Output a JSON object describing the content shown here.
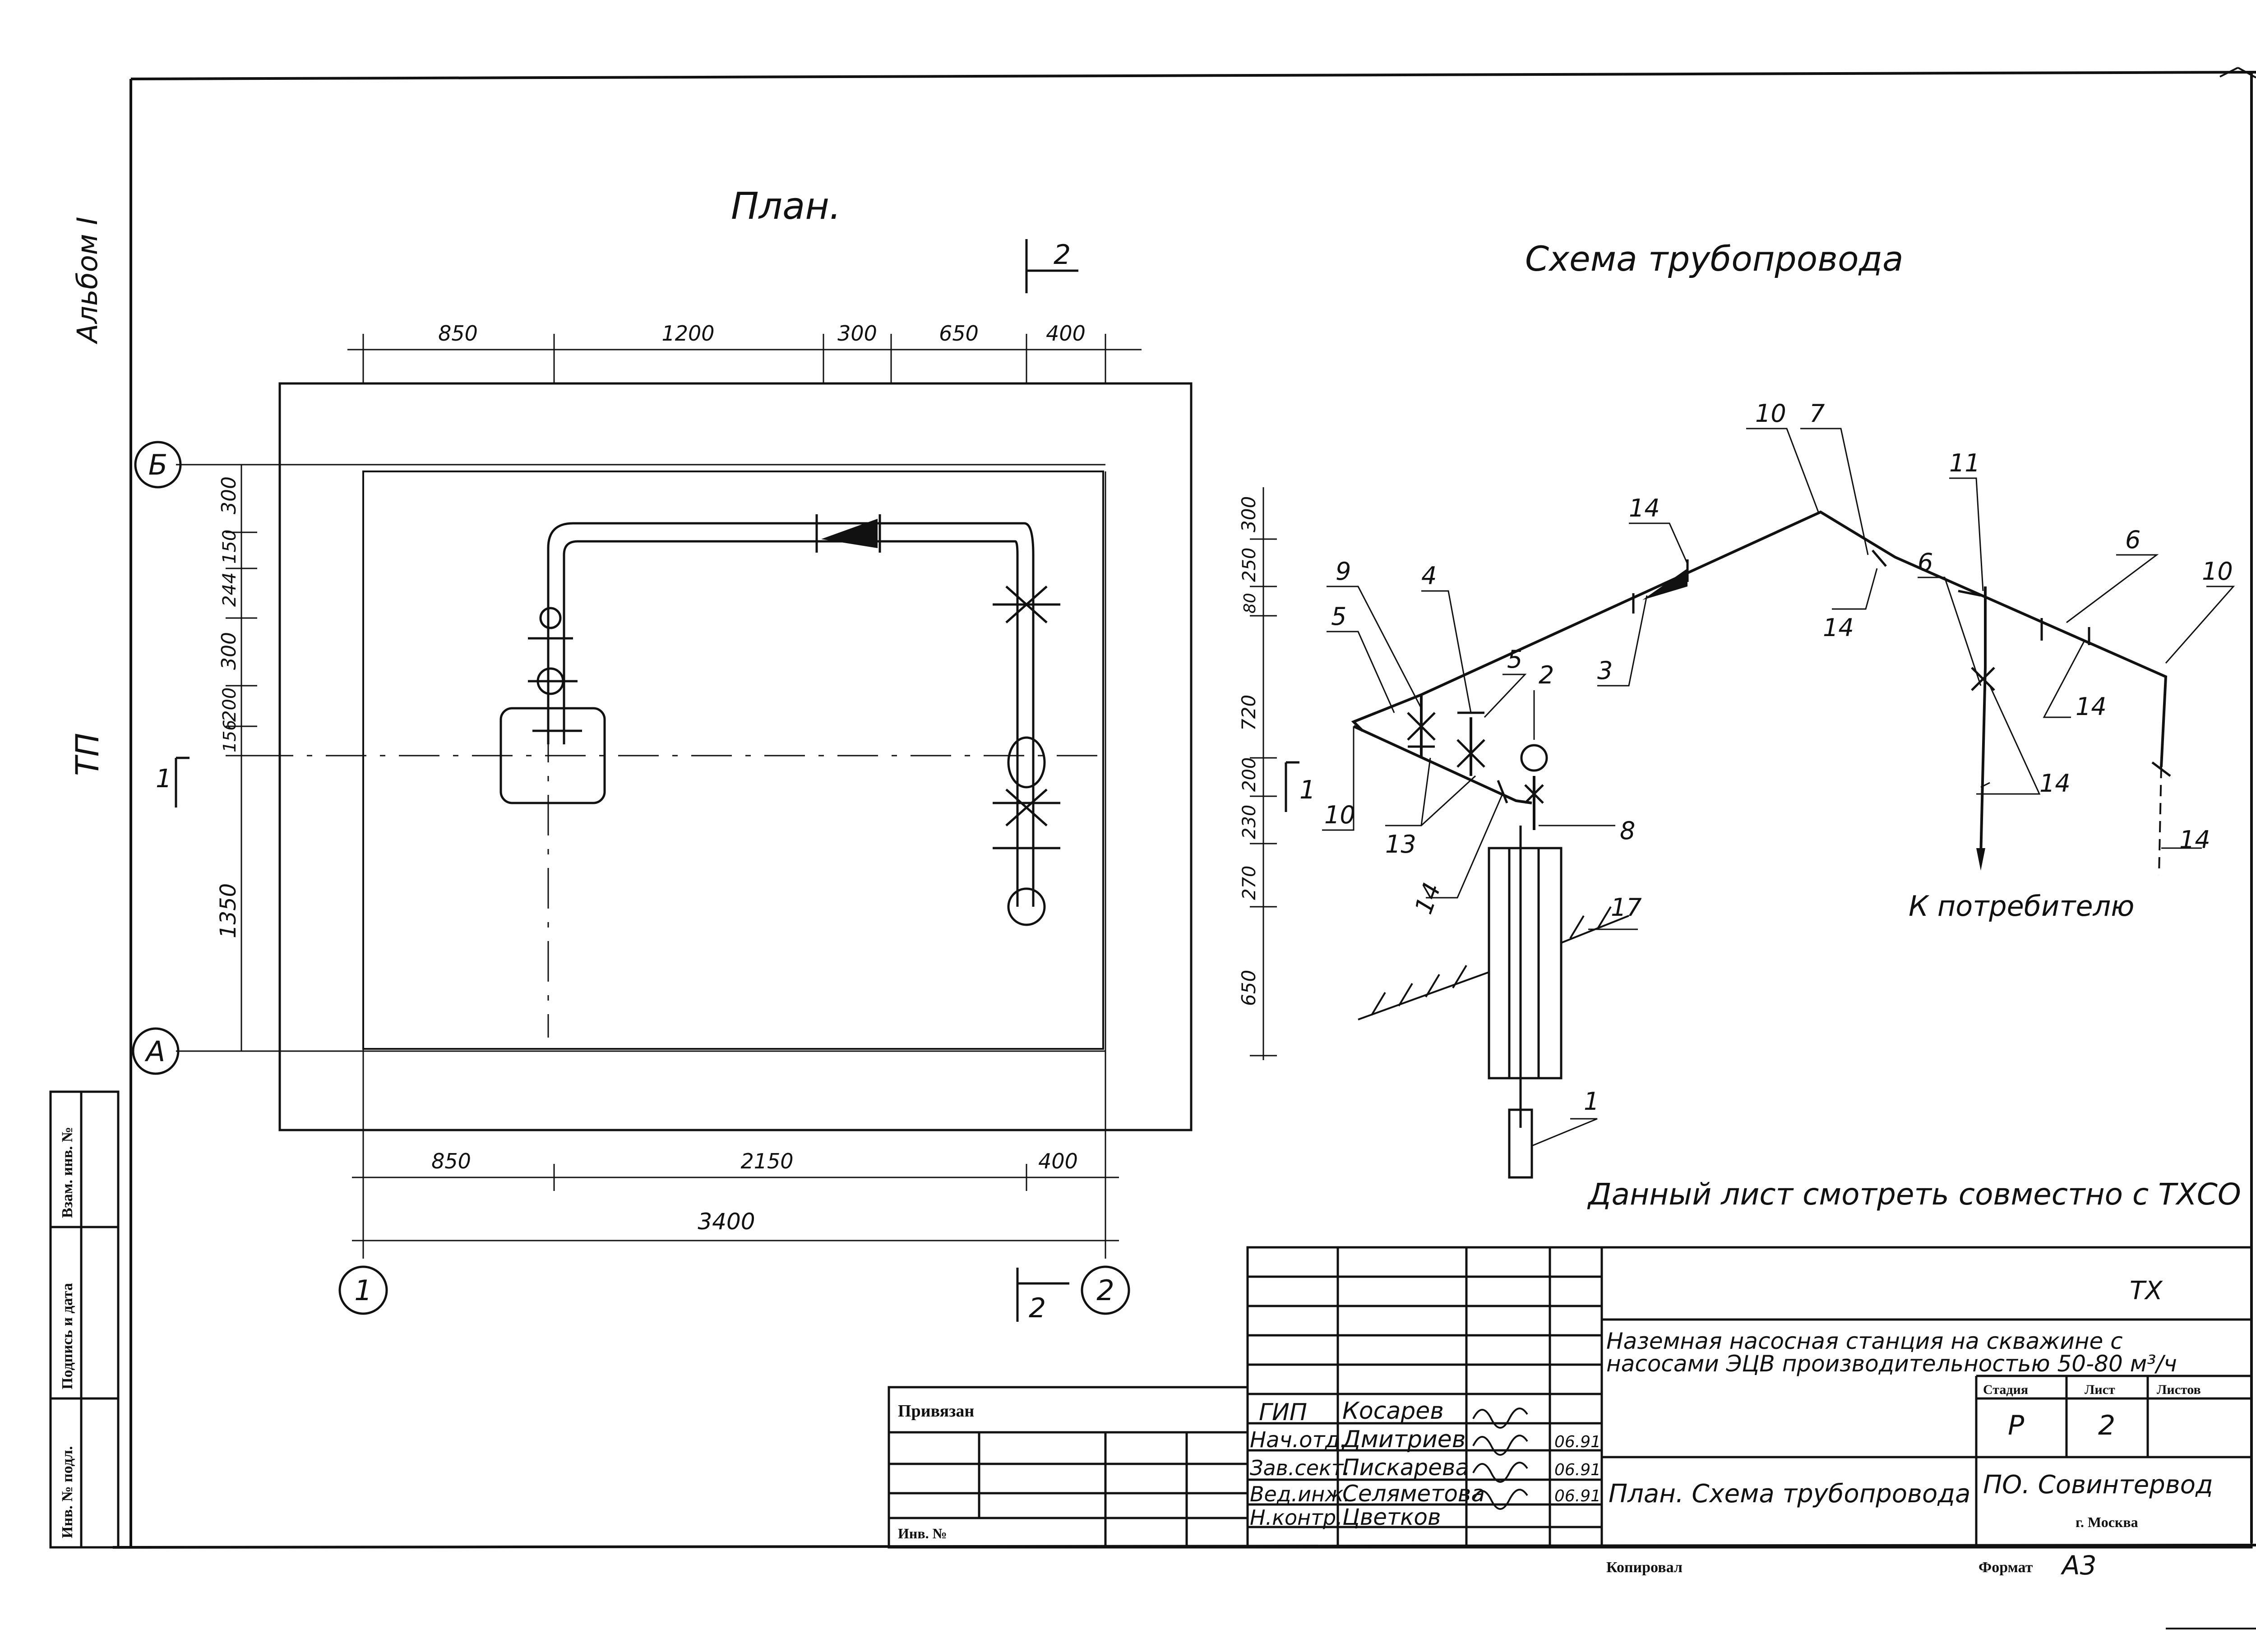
{
  "plan": {
    "title": "План.",
    "top_dims": [
      "850",
      "1200",
      "300",
      "650",
      "400"
    ],
    "left_dims": [
      "300",
      "150",
      "244",
      "300",
      "200",
      "156",
      "1350"
    ],
    "bottom_dims": [
      "850",
      "2150",
      "400"
    ],
    "total_dim": "3400",
    "axes": {
      "b": "Б",
      "a": "А",
      "one": "1",
      "two": "2"
    },
    "section_marks": {
      "top": "2",
      "bottom": "2",
      "left": "1"
    }
  },
  "scheme": {
    "title": "Схема трубопровода",
    "left_dims": [
      "300",
      "250",
      "80",
      "720",
      "200",
      "230",
      "270",
      "650"
    ],
    "section_mark": "1",
    "callouts": [
      "10",
      "7",
      "11",
      "6",
      "10",
      "14",
      "14",
      "9",
      "4",
      "5",
      "5",
      "2",
      "3",
      "6",
      "14",
      "14",
      "10",
      "13",
      "14",
      "8",
      "17",
      "1",
      "14"
    ],
    "consumer_label": "К потребителю"
  },
  "note": "Данный лист смотреть совместно с ТХСО",
  "margin": {
    "album": "Альбом I",
    "tp": "ТП",
    "stamp_labels": [
      "Взам. инв. №",
      "Подпись и дата",
      "Инв. № подл."
    ]
  },
  "title_block": {
    "code": "ТХ",
    "project_title_1": "Наземная насосная станция на скважине с",
    "project_title_2": "насосами ЭЦВ производительностью 50-80 м³/ч",
    "sheet_title": "План. Схема трубопровода",
    "stage_label": "Стадия",
    "sheet_label": "Лист",
    "sheets_label": "Листов",
    "stage": "Р",
    "sheet": "2",
    "sheets": "",
    "organization": "ПО. Совинтервод",
    "city": "г. Москва",
    "privyazan": "Привязан",
    "inv_no": "Инв. №",
    "copied": "Копировал",
    "format_label": "Формат",
    "format": "А3",
    "signers": [
      {
        "role": "ГИП",
        "name": "Косарев",
        "date": ""
      },
      {
        "role": "Нач.отд.",
        "name": "Дмитриев",
        "date": "06.91"
      },
      {
        "role": "Зав.сект.",
        "name": "Пискарева",
        "date": "06.91"
      },
      {
        "role": "Вед.инж.",
        "name": "Селяметова",
        "date": "06.91"
      },
      {
        "role": "Н.контр.",
        "name": "Цветков",
        "date": ""
      }
    ]
  }
}
